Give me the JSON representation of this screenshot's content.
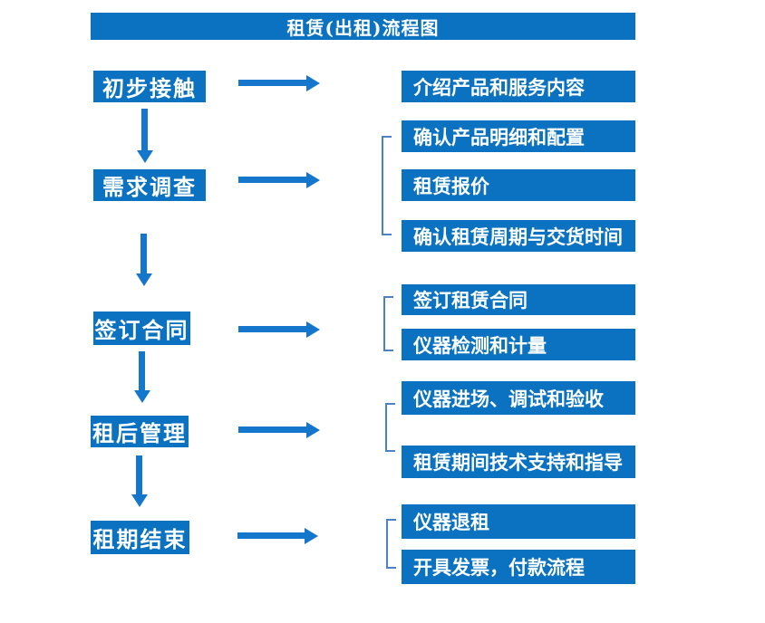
{
  "title": "租赁(出租)流程图",
  "colors": {
    "box_blue": "#0a72c0",
    "arrow_blue": "#1577cb",
    "bracket_blue": "#4a82c4",
    "text_white": "#ffffff",
    "background": "#ffffff"
  },
  "left_steps": [
    "初步接触",
    "需求调查",
    "签订合同",
    "租后管理",
    "租期结束"
  ],
  "right_items": [
    "介绍产品和服务内容",
    "确认产品明细和配置",
    "租赁报价",
    "确认租赁周期与交货时间",
    "签订租赁合同",
    "仪器检测和计量",
    "仪器进场、调试和验收",
    "租赁期间技术支持和指导",
    "仪器退租",
    "开具发票，付款流程"
  ],
  "icons": {
    "arrow_right": "right-arrow-icon",
    "arrow_down": "down-arrow-icon",
    "bracket": "group-bracket-shape"
  }
}
